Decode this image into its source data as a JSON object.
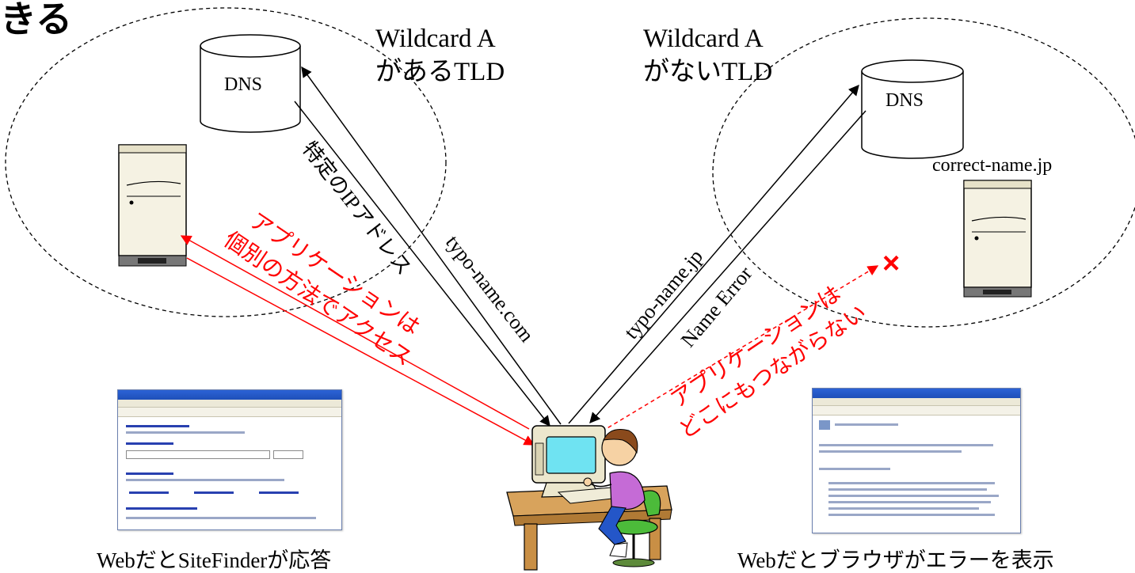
{
  "heading_fragment": "きる",
  "left_tld_label": {
    "line1": "Wildcard A",
    "line2": "があるTLD"
  },
  "right_tld_label": {
    "line1": "Wildcard A",
    "line2": "がないTLD"
  },
  "left_dns": "DNS",
  "right_dns": "DNS",
  "correct_host": "correct-name.jp",
  "query_com": "typo-name.com",
  "answer_ip": "特定のIPアドレス",
  "query_jp": "typo-name.jp",
  "answer_error": "Name Error",
  "app_access": {
    "line1": "アプリケーションは",
    "line2": "個別の方法でアクセス"
  },
  "app_noconnect": {
    "line1": "アプリケーションは",
    "line2": "どこにもつながらない"
  },
  "fail_mark": "×",
  "caption_left": "WebだとSiteFinderが応答",
  "caption_right": "Webだとブラウザがエラーを表示",
  "colors": {
    "line": "#000000",
    "accent": "#ff0000",
    "server_body": "#f5f2e3"
  }
}
